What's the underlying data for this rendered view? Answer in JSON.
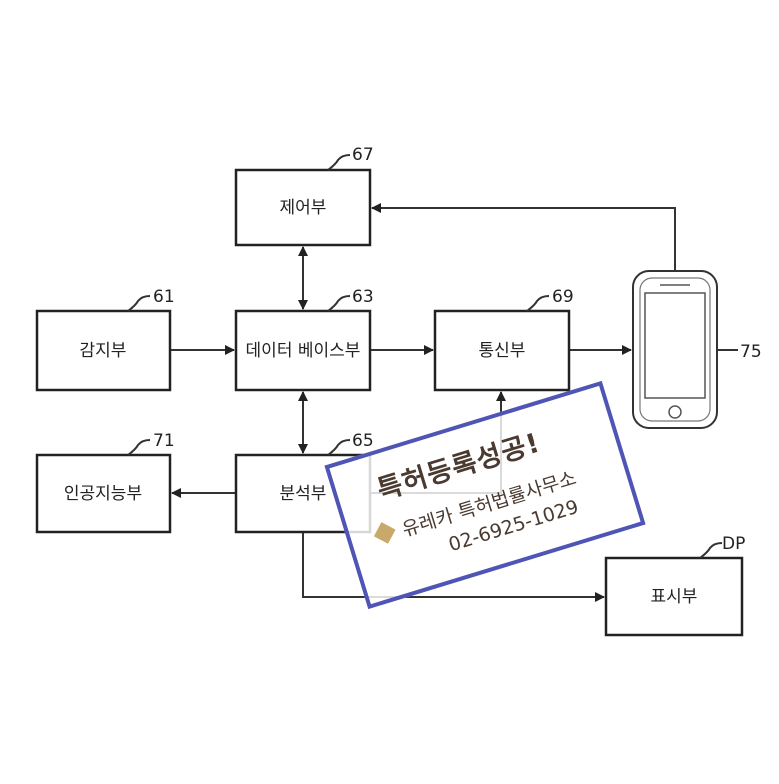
{
  "blocks": {
    "control": {
      "label": "제어부",
      "ref": "67"
    },
    "sensor": {
      "label": "감지부",
      "ref": "61"
    },
    "database": {
      "label": "데이터 베이스부",
      "ref": "63"
    },
    "comm": {
      "label": "통신부",
      "ref": "69"
    },
    "phone": {
      "ref": "75"
    },
    "ai": {
      "label": "인공지능부",
      "ref": "71"
    },
    "analysis": {
      "label": "분석부",
      "ref": "65"
    },
    "display": {
      "label": "표시부",
      "ref": "DP"
    }
  },
  "stamp": {
    "title": "특허등록성공!",
    "office": "유레카 특허법률사무소",
    "phone": "02-6925-1029",
    "border_color": "#4f55b5"
  }
}
